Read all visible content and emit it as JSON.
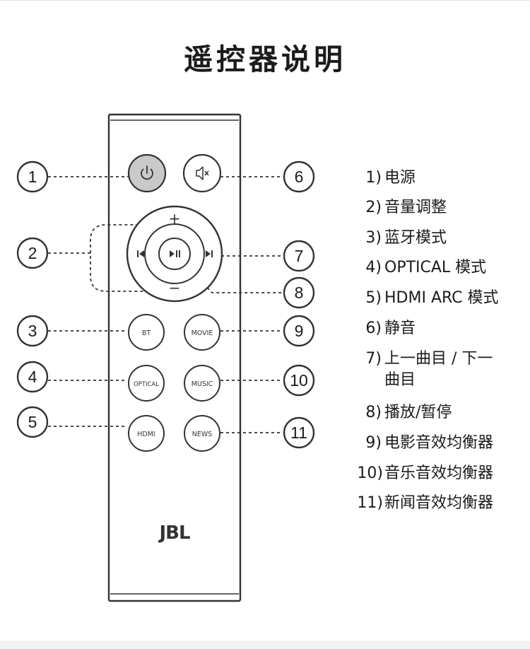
{
  "title": "遥控器说明",
  "remote": {
    "brand_logo": "JBL",
    "buttons": {
      "power": {
        "icon": "power-icon"
      },
      "mute": {
        "icon": "mute-icon"
      },
      "volume_up": "+",
      "volume_down": "−",
      "prev": {
        "icon": "previous-track-icon"
      },
      "next": {
        "icon": "next-track-icon"
      },
      "play_pause": {
        "icon": "play-pause-icon"
      },
      "bt": "BT",
      "movie": "MOVIE",
      "optical": "OPTICAL",
      "music": "MUSIC",
      "hdmi": "HDMI",
      "news": "NEWS"
    }
  },
  "callouts": [
    "1",
    "2",
    "3",
    "4",
    "5",
    "6",
    "7",
    "8",
    "9",
    "10",
    "11"
  ],
  "legend": [
    {
      "num": "1)",
      "text": "电源"
    },
    {
      "num": "2)",
      "text": "音量调整"
    },
    {
      "num": "3)",
      "text": "蓝牙模式"
    },
    {
      "num": "4)",
      "text": "OPTICAL 模式"
    },
    {
      "num": "5)",
      "text": "HDMI ARC 模式"
    },
    {
      "num": "6)",
      "text": "静音"
    },
    {
      "num": "7)",
      "text": "上一曲目 / 下一",
      "text2": "曲目"
    },
    {
      "num": "8)",
      "text": "播放/暂停"
    },
    {
      "num": "9)",
      "text": "电影音效均衡器"
    },
    {
      "num": "10)",
      "text": "音乐音效均衡器"
    },
    {
      "num": "11)",
      "text": "新闻音效均衡器"
    }
  ],
  "colors": {
    "outline": "#333333",
    "power_fill": "#c9c9c9",
    "background": "#ffffff"
  }
}
